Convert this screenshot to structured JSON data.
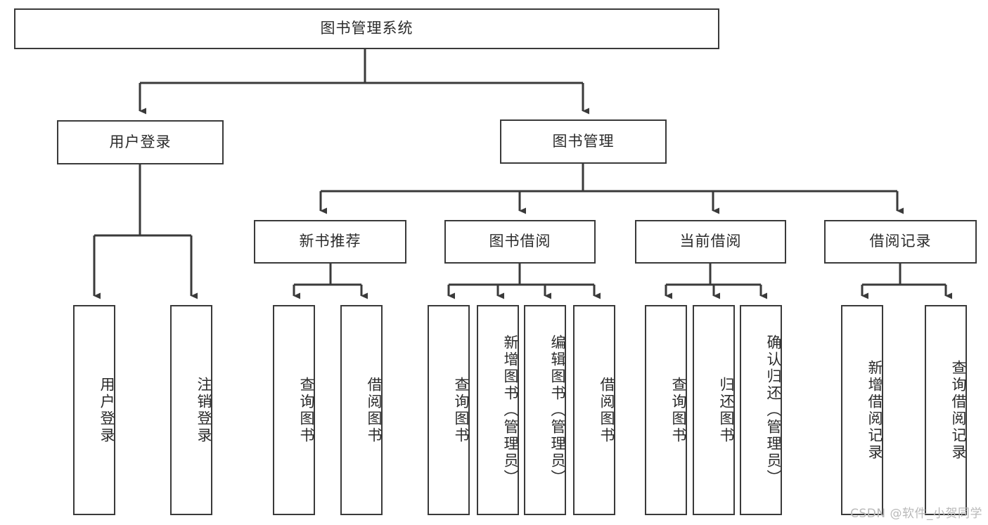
{
  "diagram": {
    "title": "图书管理系统",
    "type": "tree",
    "watermark": "CSDN @软件_小贺同学",
    "colors": {
      "box_border": "#3a3a3a",
      "box_fill": "#ffffff",
      "connector": "#3a3a3a",
      "text": "#2b2b2b",
      "watermark": "#b9b9b9",
      "background": "#ffffff"
    },
    "root": {
      "label": "图书管理系统"
    },
    "level2": [
      {
        "label": "用户登录"
      },
      {
        "label": "图书管理"
      }
    ],
    "level3": [
      {
        "label": "新书推荐"
      },
      {
        "label": "图书借阅"
      },
      {
        "label": "当前借阅"
      },
      {
        "label": "借阅记录"
      }
    ],
    "leaves": {
      "user_login": [
        {
          "label": "用户登录"
        },
        {
          "label": "注销登录"
        }
      ],
      "new_book_recommend": [
        {
          "label": "查询图书"
        },
        {
          "label": "借阅图书"
        }
      ],
      "book_borrow": [
        {
          "label": "查询图书"
        },
        {
          "label": "新增图书（管理员）"
        },
        {
          "label": "编辑图书（管理员）"
        },
        {
          "label": "借阅图书"
        }
      ],
      "current_borrow": [
        {
          "label": "查询图书"
        },
        {
          "label": "归还图书"
        },
        {
          "label": "确认归还（管理员）"
        }
      ],
      "borrow_record": [
        {
          "label": "新增借阅记录"
        },
        {
          "label": "查询借阅记录"
        }
      ]
    }
  }
}
